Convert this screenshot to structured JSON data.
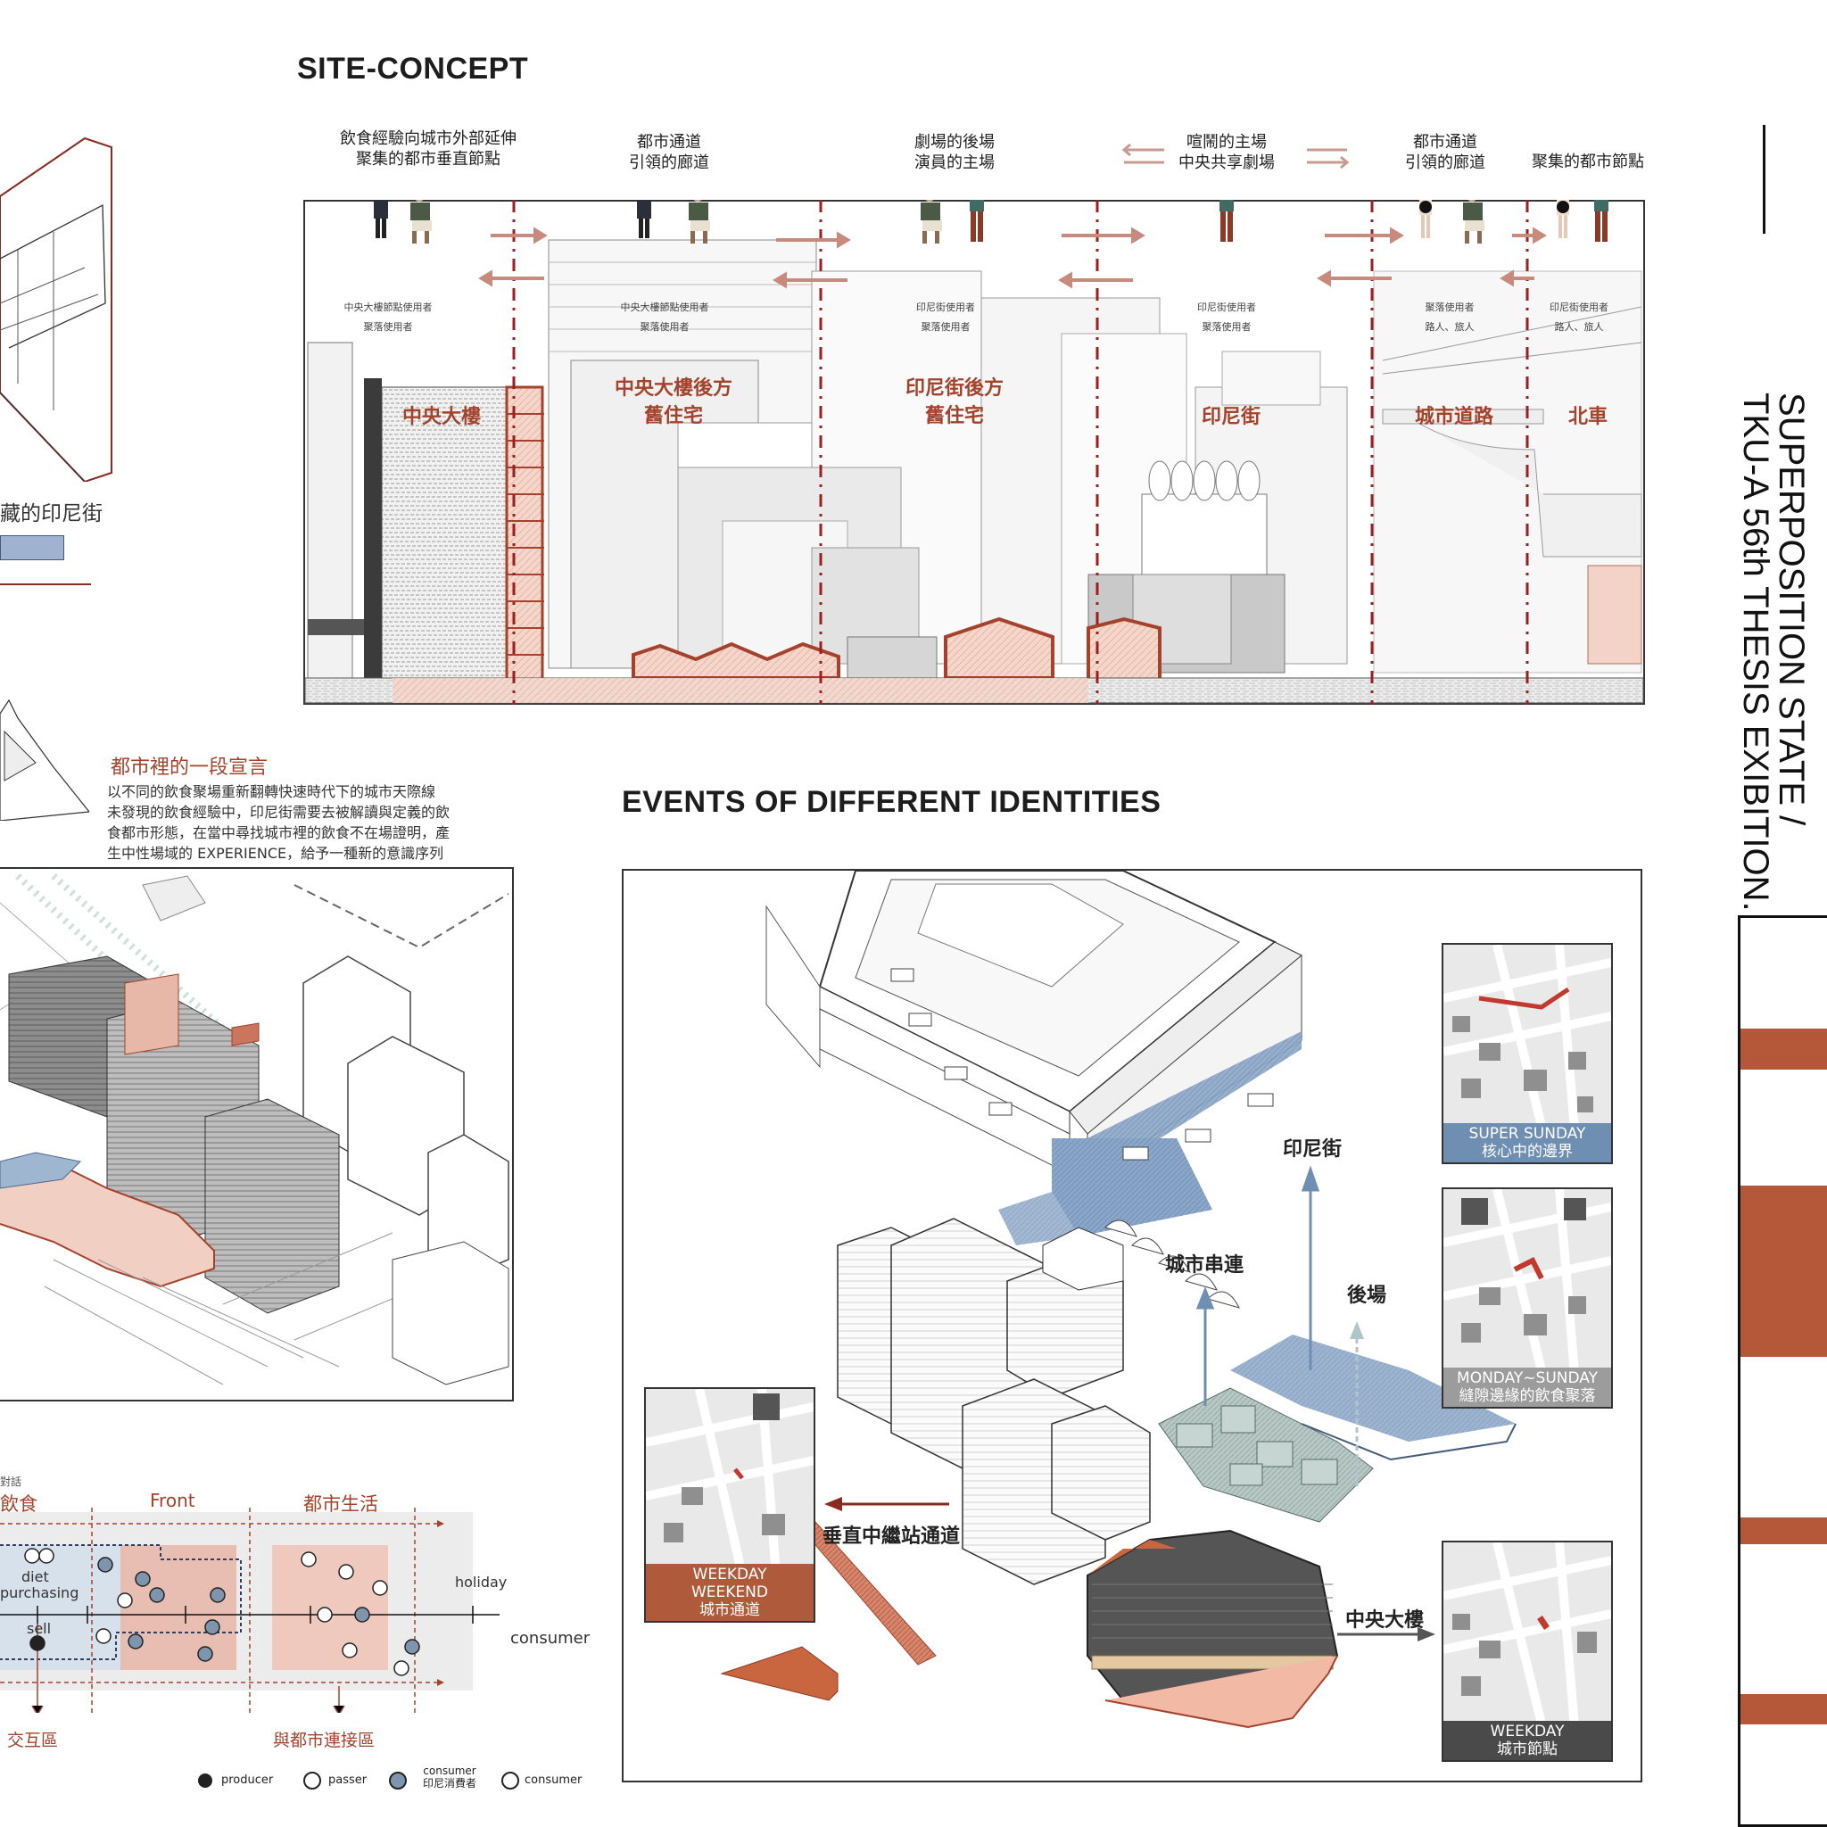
{
  "site_concept": {
    "title": "SITE-CONCEPT",
    "top_captions": [
      "飲食經驗向城市外部延伸\n聚集的都市垂直節點",
      "都市通道\n引領的廊道",
      "劇場的後場\n演員的主場",
      "喧鬧的主場\n中央共享劇場",
      "都市通道\n引領的廊道",
      "聚集的都市節點"
    ],
    "user_labels": [
      "中央大樓節點使用者\n聚落使用者",
      "中央大樓節點使用者\n聚落使用者",
      "印尼街使用者\n聚落使用者",
      "印尼街使用者\n聚落使用者",
      "聚落使用者\n路人、旅人",
      "印尼街使用者\n路人、旅人"
    ],
    "zones": [
      "中央大樓",
      "中央大樓後方\n舊住宅",
      "印尼街後方\n舊住宅",
      "印尼街",
      "城市道路",
      "北車"
    ]
  },
  "left_fragment": {
    "label": "藏的印尼街"
  },
  "manifesto": {
    "title": "都市裡的一段宣言",
    "body": "以不同的飲食聚場重新翻轉快速時代下的城市天際線\n未發現的飲食經驗中，印尼街需要去被解讀與定義的飲\n食都市形態，在當中尋找城市裡的飲食不在場證明，產\n生中性場域的 EXPERIENCE，給予一種新的意識序列"
  },
  "events": {
    "title": "EVENTS OF DIFFERENT IDENTITIES",
    "labels": [
      "印尼街",
      "城市串連",
      "後場",
      "垂直中繼站通道",
      "中央大樓"
    ],
    "panels": [
      {
        "caption": "SUPER SUNDAY\n核心中的邊界",
        "color": "#6e8fb2"
      },
      {
        "caption": "MONDAY~SUNDAY\n縫隙邊緣的飲食聚落",
        "color": "#9c9c9c"
      },
      {
        "caption": "WEEKDAY\nWEEKEND\n城市通道",
        "color": "#b05a3c"
      },
      {
        "caption": "WEEKDAY\n城市節點",
        "color": "#4a4a4a"
      }
    ]
  },
  "zoning_diagram": {
    "top_small": "對話",
    "headers": [
      "飲食",
      "Front",
      "都市生活"
    ],
    "inner": [
      "diet",
      "purchasing",
      "sell"
    ],
    "timeline": "holiday",
    "consumer": "consumer",
    "bottom": [
      "交互區",
      "與都市連接區"
    ],
    "legend": [
      "producer",
      "passer",
      "consumer\n印尼消費者",
      "consumer"
    ]
  },
  "side": {
    "title": "SUPERPOSITION STATE /\nTKU-A 56th THESIS EXIBITION."
  },
  "colors": {
    "accent": "#a4432c",
    "blue": "#6e8fb2",
    "pink": "#efc9bd"
  }
}
